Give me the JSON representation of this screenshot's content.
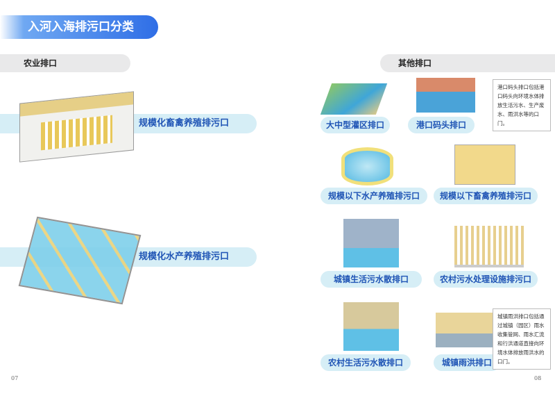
{
  "title": "入河入海排污口分类",
  "left": {
    "section": "农业排口",
    "items": [
      "规模化畜禽养殖排污口",
      "规模化水产养殖排污口"
    ],
    "page": "07"
  },
  "right": {
    "section": "其他排口",
    "items": [
      "大中型灌区排口",
      "港口码头排口",
      "规模以下水产养殖排污口",
      "规模以下畜禽养殖排污口",
      "城镇生活污水散排口",
      "农村污水处理设施排污口",
      "农村生活污水散排口",
      "城镇雨洪排口"
    ],
    "callouts": {
      "port": "港口码头排口包括港口码头向环境水体排放生活污水、生产废水、雨洪水等的口门。",
      "storm": "城镇雨洪排口包括通过城镇（园区）雨水收集管网、雨水汇流和行洪通道直接向环境水体排放雨洪水的口门。"
    },
    "page": "08"
  }
}
